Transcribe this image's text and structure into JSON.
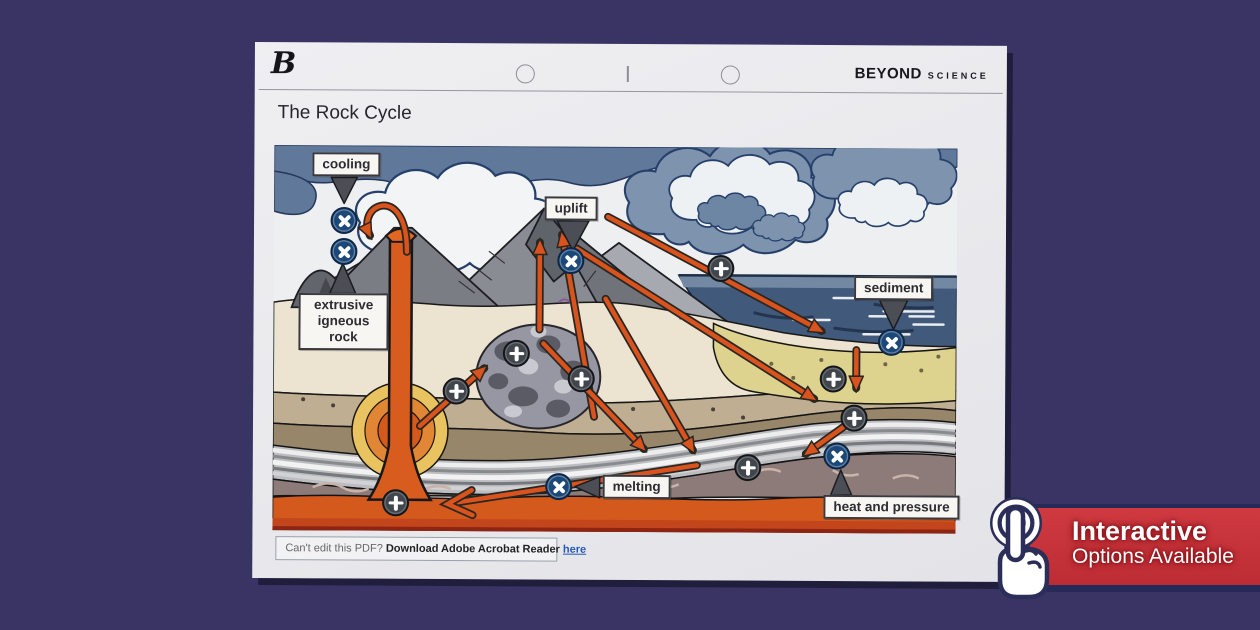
{
  "page": {
    "brand": {
      "logo_letter": "B",
      "name": "BEYOND",
      "name_suffix": "SCIENCE"
    },
    "title": "The Rock Cycle",
    "footer": {
      "question": "Can't edit this PDF? ",
      "action": "Download Adobe Acrobat Reader ",
      "link_text": "here"
    }
  },
  "diagram": {
    "labels": {
      "cooling": "cooling",
      "uplift": "uplift",
      "sediment": "sediment",
      "extrusive": "extrusive igneous rock",
      "melting": "melting",
      "heat_pressure": "heat and pressure"
    },
    "icons": {
      "remove_button": "x-circle-button",
      "add_button": "plus-circle-button"
    },
    "colors": {
      "arrow": "#d9531e",
      "x_button": "#1c4879",
      "plus_button": "#41464d",
      "magma": "#d4591d",
      "sea": "#41597b",
      "sand": "#ddd28e",
      "sky_band": "#60799a"
    }
  },
  "ribbon": {
    "line1": "Interactive",
    "line2": "Options Available",
    "color": "#c5313a",
    "icon": "tap-hand-cursor"
  }
}
